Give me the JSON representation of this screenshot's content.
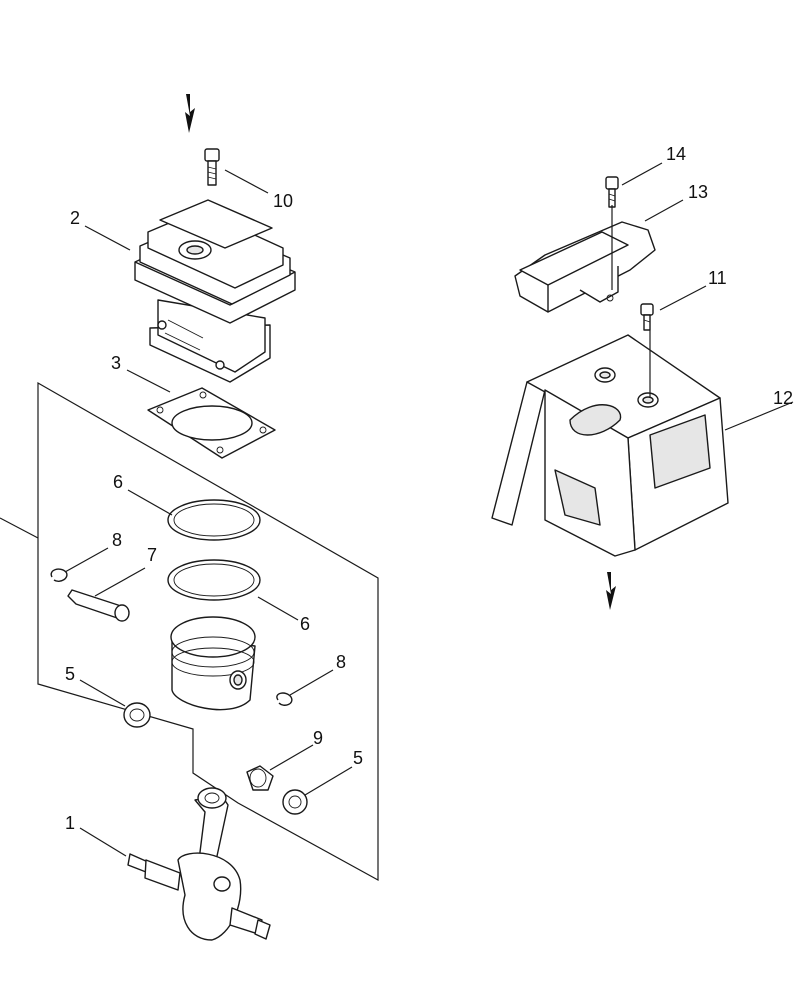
{
  "callouts": [
    {
      "id": "c1",
      "label": "1"
    },
    {
      "id": "c2",
      "label": "2"
    },
    {
      "id": "c3",
      "label": "3"
    },
    {
      "id": "c5a",
      "label": "5"
    },
    {
      "id": "c5b",
      "label": "5"
    },
    {
      "id": "c6a",
      "label": "6"
    },
    {
      "id": "c6b",
      "label": "6"
    },
    {
      "id": "c7",
      "label": "7"
    },
    {
      "id": "c8a",
      "label": "8"
    },
    {
      "id": "c8b",
      "label": "8"
    },
    {
      "id": "c9",
      "label": "9"
    },
    {
      "id": "c10",
      "label": "10"
    },
    {
      "id": "c11",
      "label": "11"
    },
    {
      "id": "c12",
      "label": "12"
    },
    {
      "id": "c13",
      "label": "13"
    },
    {
      "id": "c14",
      "label": "14"
    }
  ],
  "icons": {
    "assembly_arrow": "down-arrow-icon",
    "bolt": "bolt-icon"
  }
}
